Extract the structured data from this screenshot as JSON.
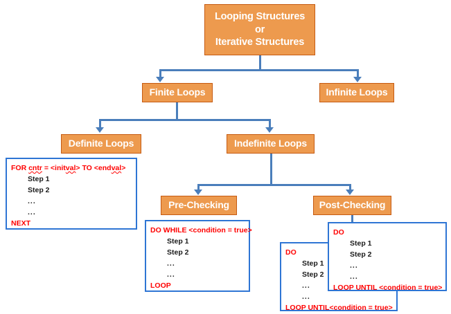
{
  "diagram": {
    "title": "Looping Structures Hierarchy",
    "colors": {
      "node_fill": "#ED9A4E",
      "node_border": "#C55A11",
      "node_text": "#FFFFFF",
      "connector": "#4A7EBB",
      "code_border": "#2E75D4",
      "keyword": "#FF0000",
      "body_text": "#1A1A1A",
      "background": "#FFFFFF"
    },
    "nodes": {
      "root": {
        "line1": "Looping Structures",
        "line2": "or",
        "line3": "Iterative Structures"
      },
      "finite": {
        "label": "Finite Loops"
      },
      "infinite": {
        "label": "Infinite Loops"
      },
      "definite": {
        "label": "Definite Loops"
      },
      "indefinite": {
        "label": "Indefinite Loops"
      },
      "pre_checking": {
        "label": "Pre-Checking"
      },
      "post_checking": {
        "label": "Post-Checking"
      }
    },
    "code_blocks": {
      "for_loop": {
        "header_keyword": "FOR",
        "header_var": "cntr",
        "header_rest_1": "= <init",
        "header_val_1": "val",
        "header_mid": "> TO <end",
        "header_val_2": "val",
        "header_close": ">",
        "step1": "Step 1",
        "step2": "Step 2",
        "ellipsis1": "...",
        "ellipsis2": "...",
        "footer": "NEXT"
      },
      "do_while": {
        "header": "DO WHILE <condition = true>",
        "step1": "Step 1",
        "step2": "Step 2",
        "ellipsis1": "...",
        "ellipsis2": "...",
        "footer": "LOOP"
      },
      "do_until_front": {
        "header": "DO",
        "step1": "Step 1",
        "step2": "Step 2",
        "ellipsis1": "...",
        "ellipsis2": "...",
        "footer": "LOOP UNTIL<condition = true>"
      },
      "do_until_back": {
        "header": "DO",
        "step1": "Step 1",
        "step2": "Step 2",
        "ellipsis1": "...",
        "ellipsis2": "...",
        "footer": "LOOP UNTIL <condition = true>"
      }
    }
  }
}
